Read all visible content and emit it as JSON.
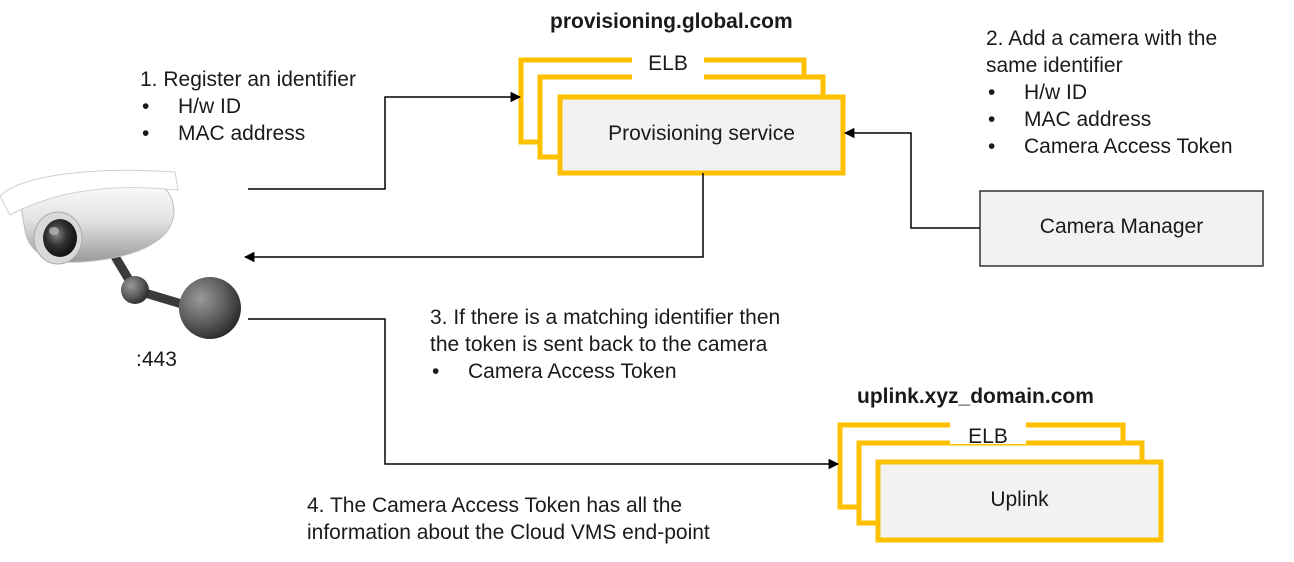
{
  "provisioning": {
    "domain": "provisioning.global.com",
    "elb_label": "ELB",
    "service_label": "Provisioning service"
  },
  "uplink": {
    "domain": "uplink.xyz_domain.com",
    "elb_label": "ELB",
    "service_label": "Uplink"
  },
  "camera_manager": {
    "label": "Camera Manager"
  },
  "camera": {
    "port_label": ":443",
    "icon": "security-camera-icon"
  },
  "step1": {
    "title": "1. Register an identifier",
    "bullets": [
      "H/w ID",
      "MAC address"
    ]
  },
  "step2": {
    "title_line1": "2. Add a camera with the",
    "title_line2": "same identifier",
    "bullets": [
      "H/w ID",
      "MAC address",
      "Camera Access Token"
    ]
  },
  "step3": {
    "title_line1": "3. If there is a matching identifier then",
    "title_line2": "the token is sent back to the camera",
    "bullets": [
      "Camera Access Token"
    ]
  },
  "step4": {
    "line1": "4. The Camera Access Token has all the",
    "line2": "information about the Cloud VMS end-point"
  },
  "bullet_char": "•",
  "colors": {
    "stack_border": "#FFC000",
    "box_fill": "#F2F2F2",
    "line": "#000000"
  }
}
